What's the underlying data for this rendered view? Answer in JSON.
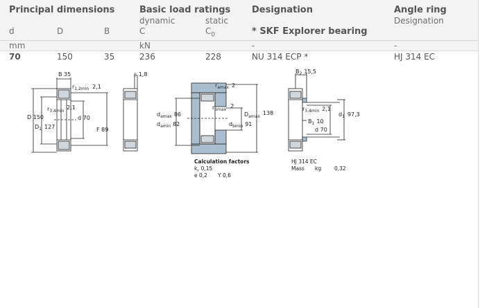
{
  "header": {
    "principal": "Principal dimensions",
    "basic_load": "Basic load ratings",
    "designation": "Designation",
    "angle_ring": "Angle ring",
    "dynamic": "dynamic",
    "static": "static",
    "angle_ring_designation": "Designation",
    "col_d": "d",
    "col_D": "D",
    "col_B": "B",
    "col_C": "C",
    "col_C0": "C",
    "col_C0_sub": "0",
    "explorer_note": "* SKF Explorer bearing",
    "unit_mm": "mm",
    "unit_kn": "kN",
    "unit_dash1": "-",
    "unit_dash2": "-"
  },
  "row": {
    "d": "70",
    "D": "150",
    "B": "35",
    "C": "236",
    "C0": "228",
    "designation": "NU 314 ECP *",
    "angle_ring": "HJ 314 EC"
  },
  "drawing": {
    "b_label": "B",
    "b_val": "35",
    "r12": "r",
    "r12_sub": "1,2min",
    "r12_val": "2,1",
    "r34": "r",
    "r34_sub": "3,4min",
    "r34_val": "2,1",
    "D_lbl": "D",
    "D_val": "150",
    "D1_lbl": "D",
    "D1_sub": "1",
    "D1_val": "127",
    "d_lbl": "d",
    "d_val": "70",
    "F_lbl": "F",
    "F_val": "89",
    "s_lbl": "s",
    "s_val": "1,8",
    "ra_lbl": "r",
    "ra_sub": "amax",
    "ra_val": "2",
    "rb_lbl": "r",
    "rb_sub": "bmax",
    "rb_val": "2",
    "da_max_lbl": "d",
    "da_max_sub": "amax",
    "da_max_val": "86",
    "da_min_lbl": "d",
    "da_min_sub": "amin",
    "da_min_val": "82",
    "Da_max_lbl": "D",
    "Da_max_sub": "amax",
    "Da_max_val": "138",
    "db_min_lbl": "d",
    "db_min_sub": "bmin",
    "db_min_val": "91",
    "calc_title": "Calculation factors",
    "kr_lbl": "k",
    "kr_sub": "r",
    "kr_val": "0,15",
    "e_lbl": "e",
    "e_val": "0,2",
    "Y_lbl": "Y",
    "Y_val": "0,6",
    "B2_lbl": "B",
    "B2_sub": "2",
    "B2_val": "15,5",
    "r34b": "r",
    "r34b_sub": "3,4min",
    "r34b_val": "2,1",
    "d1_lbl": "d",
    "d1_sub": "1",
    "d1_val": "97,3",
    "B1_lbl": "B",
    "B1_sub": "1",
    "B1_val": "10",
    "d70_lbl": "d",
    "d70_val": "70",
    "hj_title": "HJ 314 EC",
    "mass_lbl": "Mass",
    "kg_lbl": "kg",
    "mass_val": "0,32"
  }
}
